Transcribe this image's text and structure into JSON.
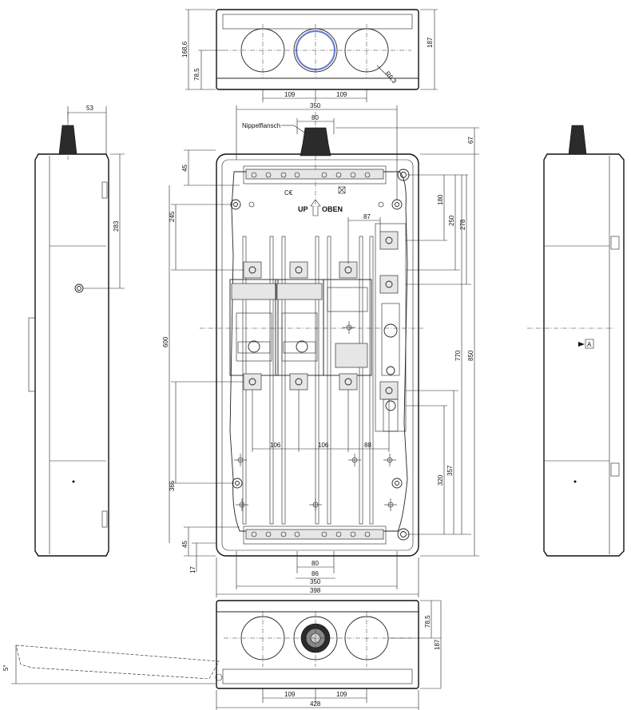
{
  "top_view": {
    "dims": [
      "168,6",
      "78,5",
      "187",
      "109",
      "109",
      "R6,3"
    ]
  },
  "front_view": {
    "nippel_label": "Nippelflansch",
    "up_label": "UP",
    "oben_label": "OBEN",
    "dims_top": [
      "350",
      "80",
      "67"
    ],
    "dims_left": [
      "45",
      "245",
      "600",
      "365",
      "45",
      "17"
    ],
    "dims_right": [
      "180",
      "250",
      "278",
      "770",
      "850",
      "320",
      "357"
    ],
    "dims_inner": [
      "87",
      "106",
      "106",
      "88"
    ],
    "dims_bottom": [
      "80",
      "86",
      "350",
      "398"
    ]
  },
  "side_view_left": {
    "dims": [
      "53",
      "283"
    ]
  },
  "side_view_right": {
    "section_label": "A"
  },
  "bottom_view": {
    "dims": [
      "78,5",
      "187",
      "109",
      "109",
      "428"
    ],
    "angle": "5°"
  }
}
